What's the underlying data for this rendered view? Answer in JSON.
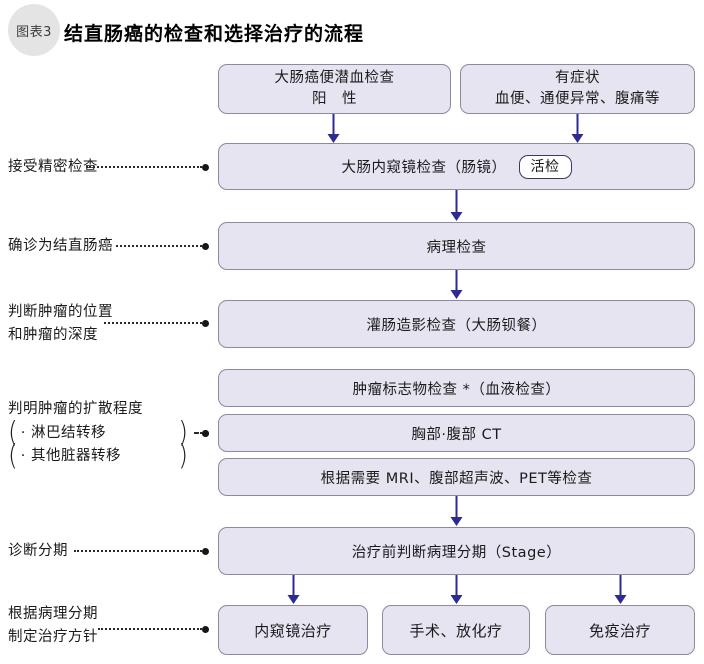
{
  "header": {
    "badge_label": "图表3",
    "title": "结直肠癌的检查和选择治疗的流程"
  },
  "colors": {
    "box_fill": "#e6e4f0",
    "box_border": "#8b8a9e",
    "arrow": "#2d2a90",
    "leader": "#2a2a2a",
    "badge_bg": "#e4e4e4",
    "biopsy_pill_border": "#3b3862"
  },
  "entry_boxes": [
    {
      "line1": "大肠癌便潜血检查",
      "line2": "阳　性"
    },
    {
      "line1": "有症状",
      "line2": "血便、通便异常、腹痛等"
    }
  ],
  "process_boxes": {
    "endoscopy": {
      "label": "大肠内窥镜检查（肠镜）",
      "tag": "活检"
    },
    "pathology": {
      "label": "病理检查"
    },
    "enema": {
      "label": "灌肠造影检查（大肠钡餐）"
    },
    "tumor_marker": {
      "label": "肿瘤标志物检查 *（血液检查）"
    },
    "ct": {
      "label": "胸部·腹部 CT"
    },
    "mri": {
      "label": "根据需要 MRI、腹部超声波、PET等检查"
    },
    "staging": {
      "label": "治疗前判断病理分期（Stage）"
    }
  },
  "treatment_boxes": [
    {
      "label": "内窥镜治疗"
    },
    {
      "label": "手术、放化疗"
    },
    {
      "label": "免疫治疗"
    }
  ],
  "side_labels": {
    "detailed_exam": "接受精密检查",
    "diagnosis": "确诊为结直肠癌",
    "position_line1": "判断肿瘤的位置",
    "position_line2": "和肿瘤的深度",
    "spread_title": "判明肿瘤的扩散程度",
    "spread_item1": "· 淋巴结转移",
    "spread_item2": "· 其他脏器转移",
    "spread_paren_open": "(",
    "spread_paren_close": ")",
    "staging": "诊断分期",
    "treatment_line1": "根据病理分期",
    "treatment_line2": "制定治疗方针"
  }
}
